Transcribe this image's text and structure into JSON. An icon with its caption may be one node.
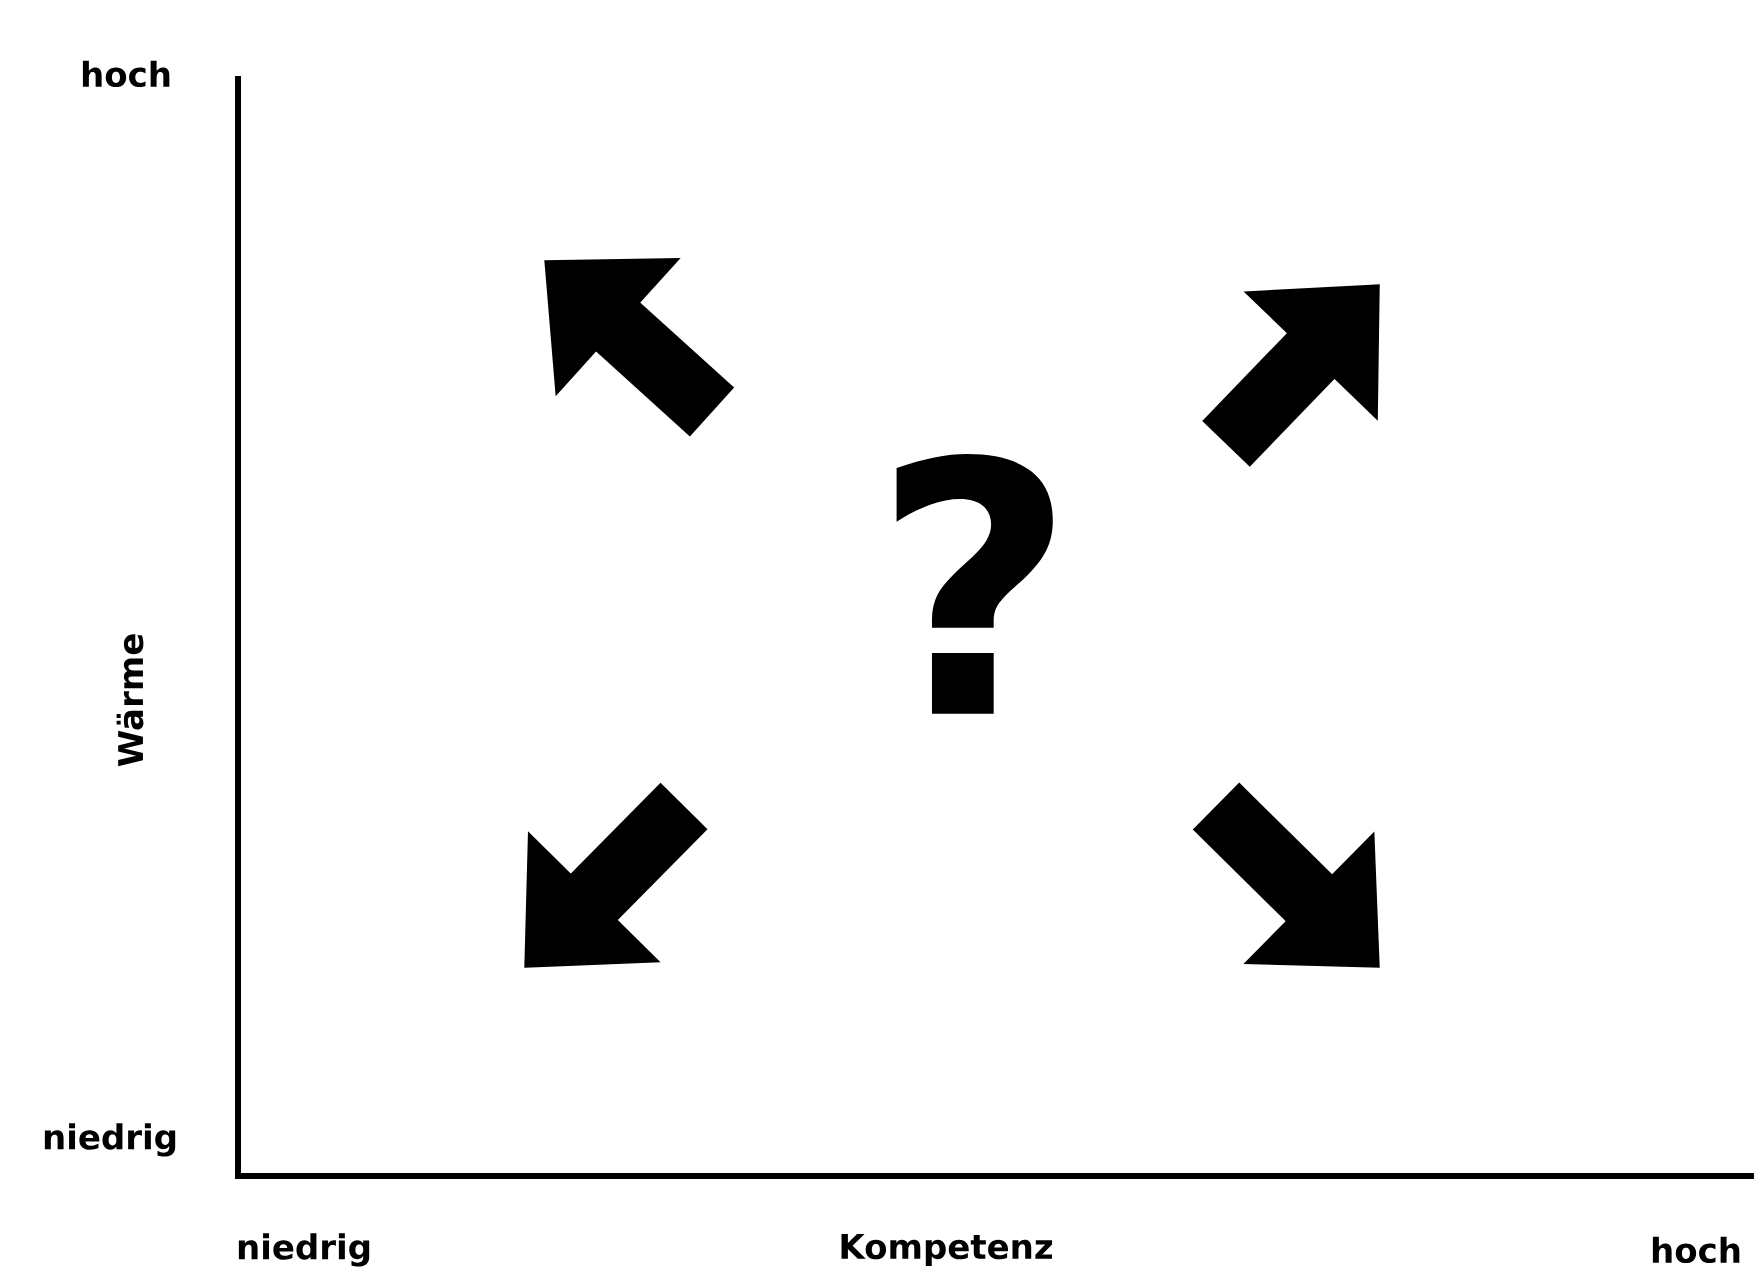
{
  "diagram": {
    "labels": [
      "hoch",
      "?",
      "Wärme",
      "niedrig",
      "niedrig",
      "Kompetenz",
      "hoch"
    ]
  }
}
